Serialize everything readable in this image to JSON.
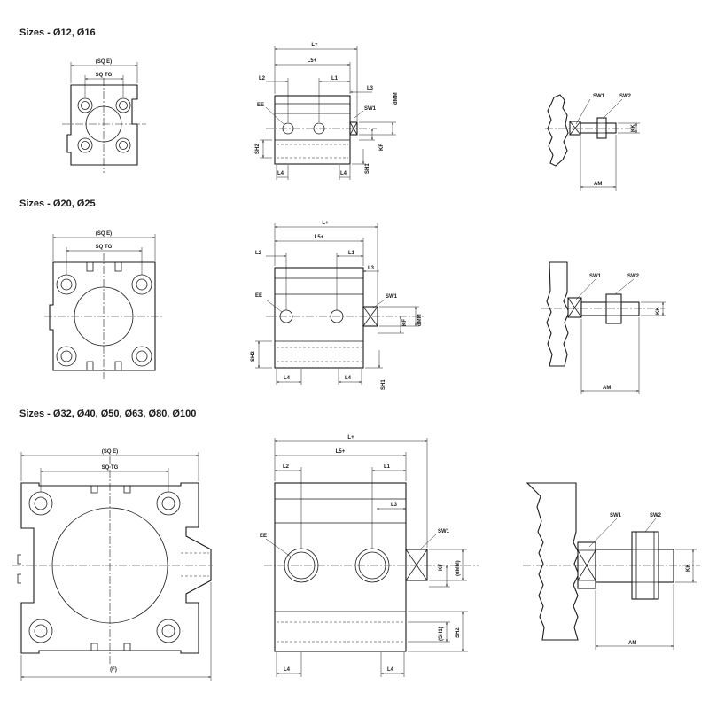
{
  "headings": {
    "small": "Sizes - Ø12, Ø16",
    "medium": "Sizes - Ø20, Ø25",
    "large": "Sizes - Ø32, Ø40, Ø50, Ø63, Ø80, Ø100"
  },
  "dims": {
    "sq_e": "(SQ E)",
    "sq_tg": "SQ TG",
    "l_plus": "L+",
    "l5_plus": "L5+",
    "l1": "L1",
    "l2": "L2",
    "l3": "L3",
    "l4": "L4",
    "ee": "EE",
    "sw1": "SW1",
    "sw2": "SW2",
    "dmm": "dMM",
    "dmm_paren": "(dMM)",
    "kf": "KF",
    "ff": "(F)",
    "sh1": "(SH1)",
    "sh2": "SH2",
    "sh1_short": "SH1",
    "kk": "KK",
    "am": "AM"
  }
}
